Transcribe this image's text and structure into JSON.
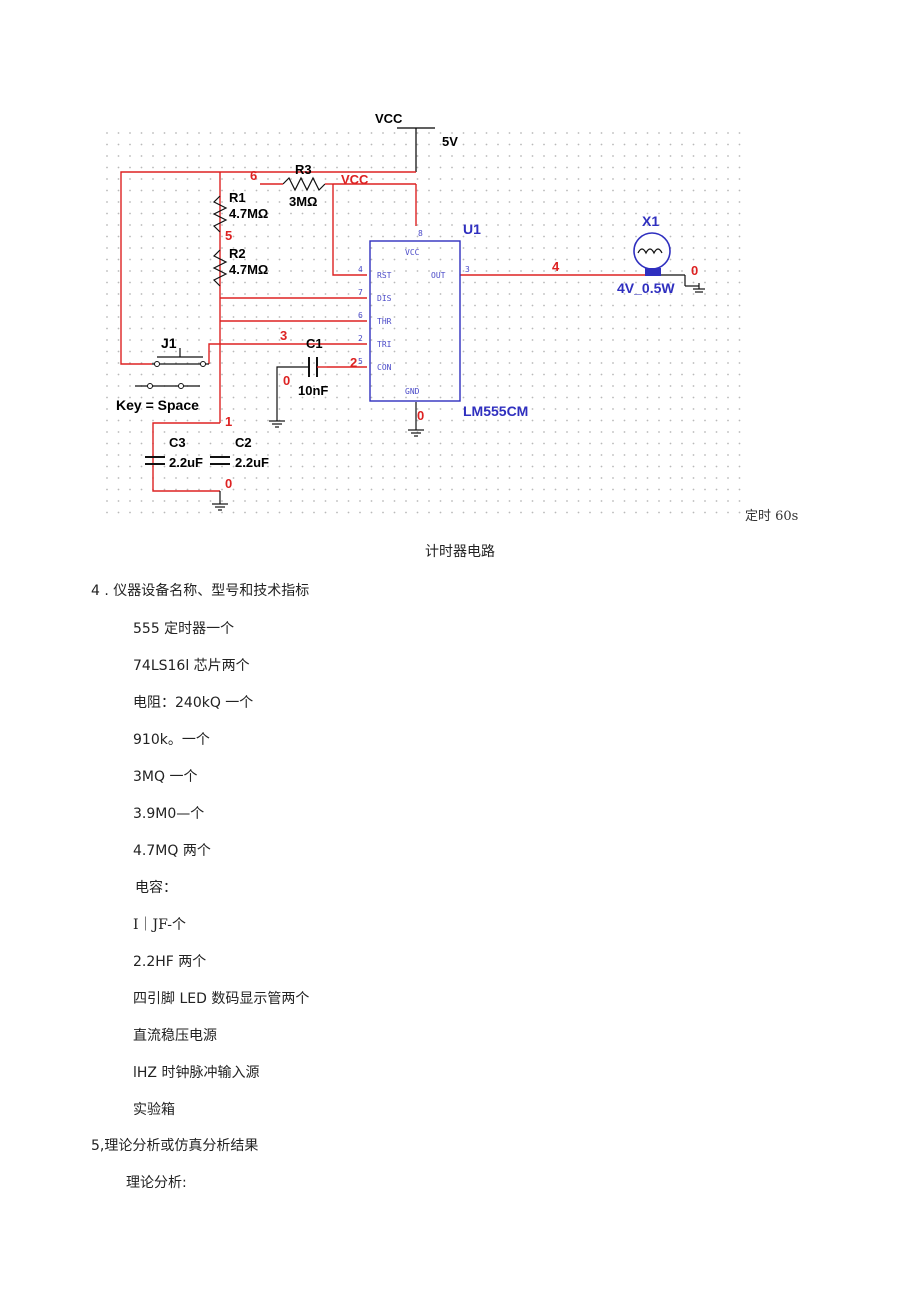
{
  "schematic": {
    "vcc_label": "VCC",
    "vcc_value": "5V",
    "vcc_net": "VCC",
    "r3": {
      "name": "R3",
      "value": "3MΩ"
    },
    "r1": {
      "name": "R1",
      "value": "4.7MΩ"
    },
    "r2": {
      "name": "R2",
      "value": "4.7MΩ"
    },
    "c1": {
      "name": "C1",
      "value": "10nF"
    },
    "c2": {
      "name": "C2",
      "value": "2.2uF"
    },
    "c3": {
      "name": "C3",
      "value": "2.2uF"
    },
    "j1": {
      "name": "J1",
      "key": "Key = Space"
    },
    "u1": {
      "name": "U1",
      "part": "LM555CM",
      "pins": {
        "vcc": "VCC",
        "rst": "RST",
        "out": "OUT",
        "dis": "DIS",
        "thr": "THR",
        "tri": "TRI",
        "con": "CON",
        "gnd": "GND"
      },
      "pin_numbers": {
        "vcc": "8",
        "rst": "4",
        "dis": "7",
        "thr": "6",
        "tri": "2",
        "con": "5",
        "out": "3"
      }
    },
    "x1": {
      "name": "X1",
      "value": "4V_0.5W"
    },
    "nets": {
      "n6": "6",
      "n5": "5",
      "n3": "3",
      "n4": "4",
      "n2": "2",
      "n0a": "0",
      "n0b": "0",
      "n1": "1",
      "n0c": "0",
      "n0d": "0"
    },
    "timer_note": "定时 60s"
  },
  "caption": "计时器电路",
  "section4": {
    "heading": "4   . 仪器设备名称、型号和技术指标",
    "items": [
      "555 定时器一个",
      "74LS16l 芯片两个",
      "电阻：240kQ 一个",
      "910k。一个",
      "3MQ 一个",
      "3.9M0—个",
      "4.7MQ 两个",
      "电容：",
      "I｜JF-个",
      "2.2HF 两个",
      "四引脚 LED 数码显示管两个",
      "直流稳压电源",
      "lHZ 时钟脉冲输入源",
      "实验箱"
    ]
  },
  "section5": {
    "heading": "5,理论分析或仿真分析结果",
    "sub": "理论分析:"
  }
}
